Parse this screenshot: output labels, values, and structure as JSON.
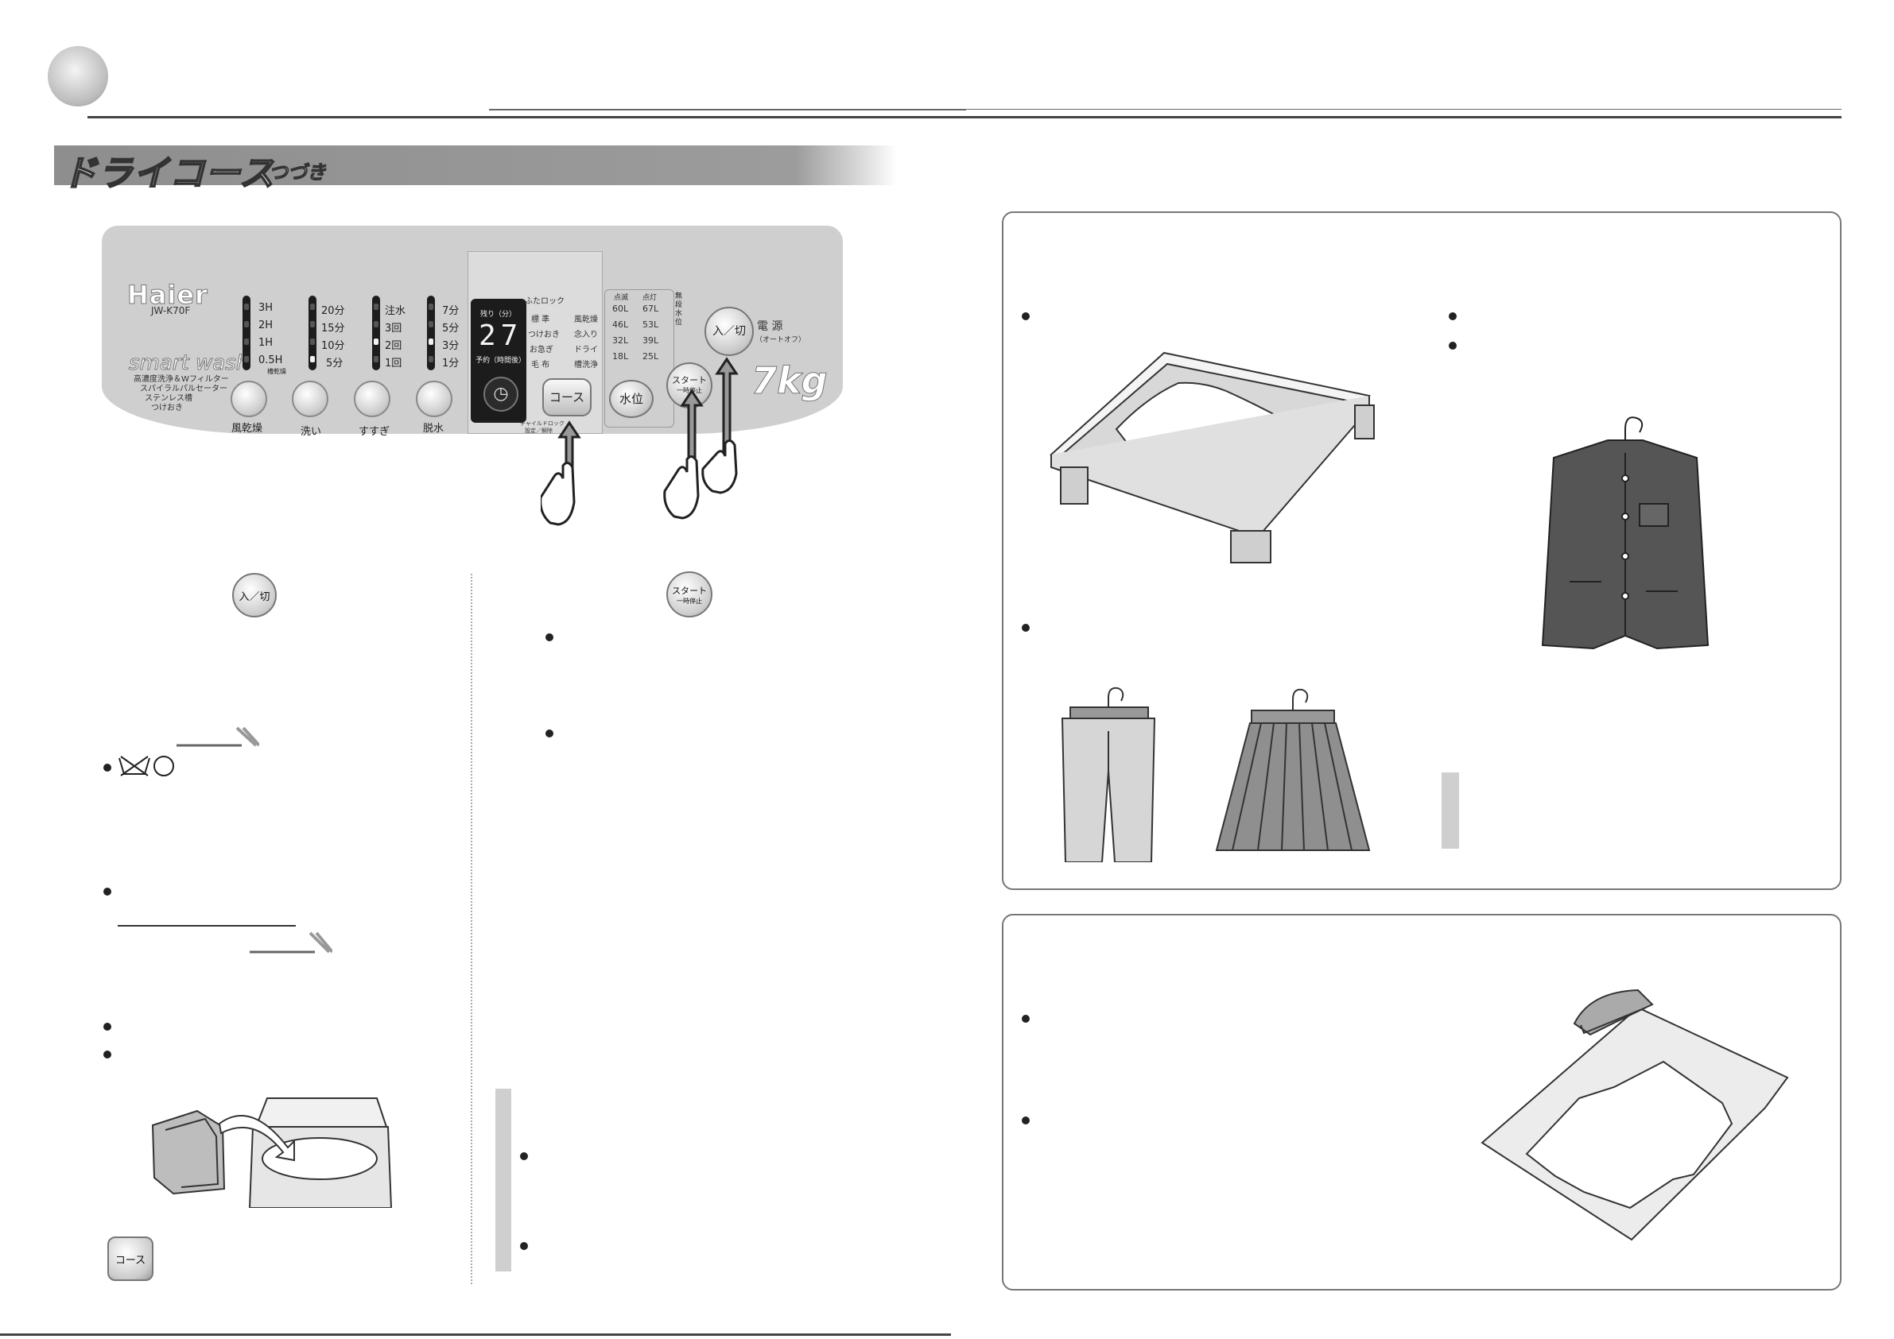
{
  "header": {
    "section_title": "ドライコース",
    "section_suffix": "つづき"
  },
  "control_panel": {
    "brand": "Haier",
    "model": "JW-K70F",
    "series": "smart wash",
    "features": [
      "高濃度洗浄＆Wフィルター",
      "スパイラルパルセーター",
      "ステンレス槽",
      "つけおき"
    ],
    "capacity": "7kg",
    "columns": [
      {
        "label": "風乾燥",
        "ticks": [
          "3H",
          "2H",
          "1H",
          "0.5H"
        ],
        "tick_note": "槽乾燥",
        "lit_index": -1
      },
      {
        "label": "洗い",
        "ticks": [
          "20分",
          "15分",
          "10分",
          "5分"
        ],
        "lit_index": 3
      },
      {
        "label": "すすぎ",
        "ticks": [
          "注水",
          "3回",
          "2回",
          "1回"
        ],
        "lit_index": 2
      },
      {
        "label": "脱水",
        "ticks": [
          "7分",
          "5分",
          "3分",
          "1分"
        ],
        "lit_index": 2
      }
    ],
    "display": {
      "top_label": "残り（分）",
      "digits": "27",
      "bottom_label": "予約（時間後）"
    },
    "lid_lock_label": "ふたロック",
    "courses_left": [
      "標 準",
      "つけおき",
      "お急ぎ",
      "毛 布"
    ],
    "courses_right": [
      "風乾燥",
      "念入り",
      "ドライ",
      "槽洗浄"
    ],
    "child_lock_label": "チャイルドロック",
    "child_lock_sub": "設定／解除",
    "course_button": "コース",
    "water_header_left": "点滅",
    "water_header_right": "点灯",
    "water_left": [
      "60L",
      "46L",
      "32L",
      "18L"
    ],
    "water_right": [
      "67L",
      "53L",
      "39L",
      "25L"
    ],
    "water_side": "無段水位",
    "water_button": "水位",
    "start_button": "スタート",
    "start_sub": "一時停止",
    "power_button": "入／切",
    "power_label": "電 源",
    "power_sub": "（オートオフ）"
  },
  "step_icons": {
    "power": "入／切",
    "start": "スタート",
    "start_sub": "一時停止",
    "course": "コース"
  },
  "colors": {
    "panel": "#cfcfcf",
    "title_bar": "#9a9a9a",
    "box_border": "#777777",
    "jacket": "#555555"
  }
}
